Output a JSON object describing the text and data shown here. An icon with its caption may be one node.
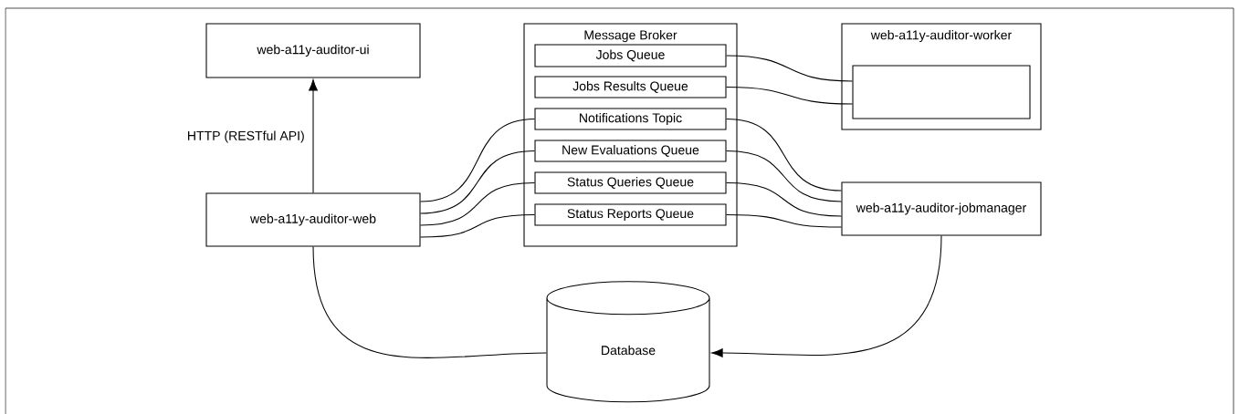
{
  "diagram": {
    "nodes": [
      {
        "text": [
          "web-a11y-auditor-ui"
        ]
      },
      {
        "text": [
          "web-a11y-auditor-web"
        ]
      },
      {
        "text": [
          "Message Broker"
        ]
      },
      {
        "text": [
          "Jobs Queue"
        ],
        "in": 2
      },
      {
        "text": [
          "Jobs Results Queue"
        ],
        "in": 2
      },
      {
        "text": [
          "Notifications Topic"
        ],
        "in": 2
      },
      {
        "text": [
          "New Evaluations Queue"
        ],
        "in": 2
      },
      {
        "text": [
          "Status Queries Queue"
        ],
        "in": 2
      },
      {
        "text": [
          "Status Reports Queue"
        ],
        "in": 2
      },
      {
        "text": [
          "web-a11y-auditor-worker"
        ]
      },
      {
        "text": [],
        "shape": "box",
        "in": 9
      },
      {
        "text": [
          "web-a11y-auditor-jobmanager"
        ]
      },
      {
        "text": [
          "Database"
        ]
      }
    ],
    "edges": [
      {
        "from": 1,
        "to": 0,
        "arrow": "to",
        "label": "HTTP (RESTful API)"
      },
      {
        "from": 1,
        "to": 5,
        "arrow": "none"
      },
      {
        "from": 1,
        "to": 6,
        "arrow": "none"
      },
      {
        "from": 1,
        "to": 7,
        "arrow": "none"
      },
      {
        "from": 1,
        "to": 8,
        "arrow": "none"
      },
      {
        "from": 3,
        "to": 10,
        "arrow": "none"
      },
      {
        "from": 4,
        "to": 10,
        "arrow": "none"
      },
      {
        "from": 5,
        "to": 11,
        "arrow": "none"
      },
      {
        "from": 6,
        "to": 11,
        "arrow": "none"
      },
      {
        "from": 7,
        "to": 11,
        "arrow": "none"
      },
      {
        "from": 8,
        "to": 11,
        "arrow": "none"
      },
      {
        "from": 1,
        "to": 12,
        "arrow": "none"
      },
      {
        "from": 11,
        "to": 12,
        "arrow": "to"
      }
    ]
  }
}
